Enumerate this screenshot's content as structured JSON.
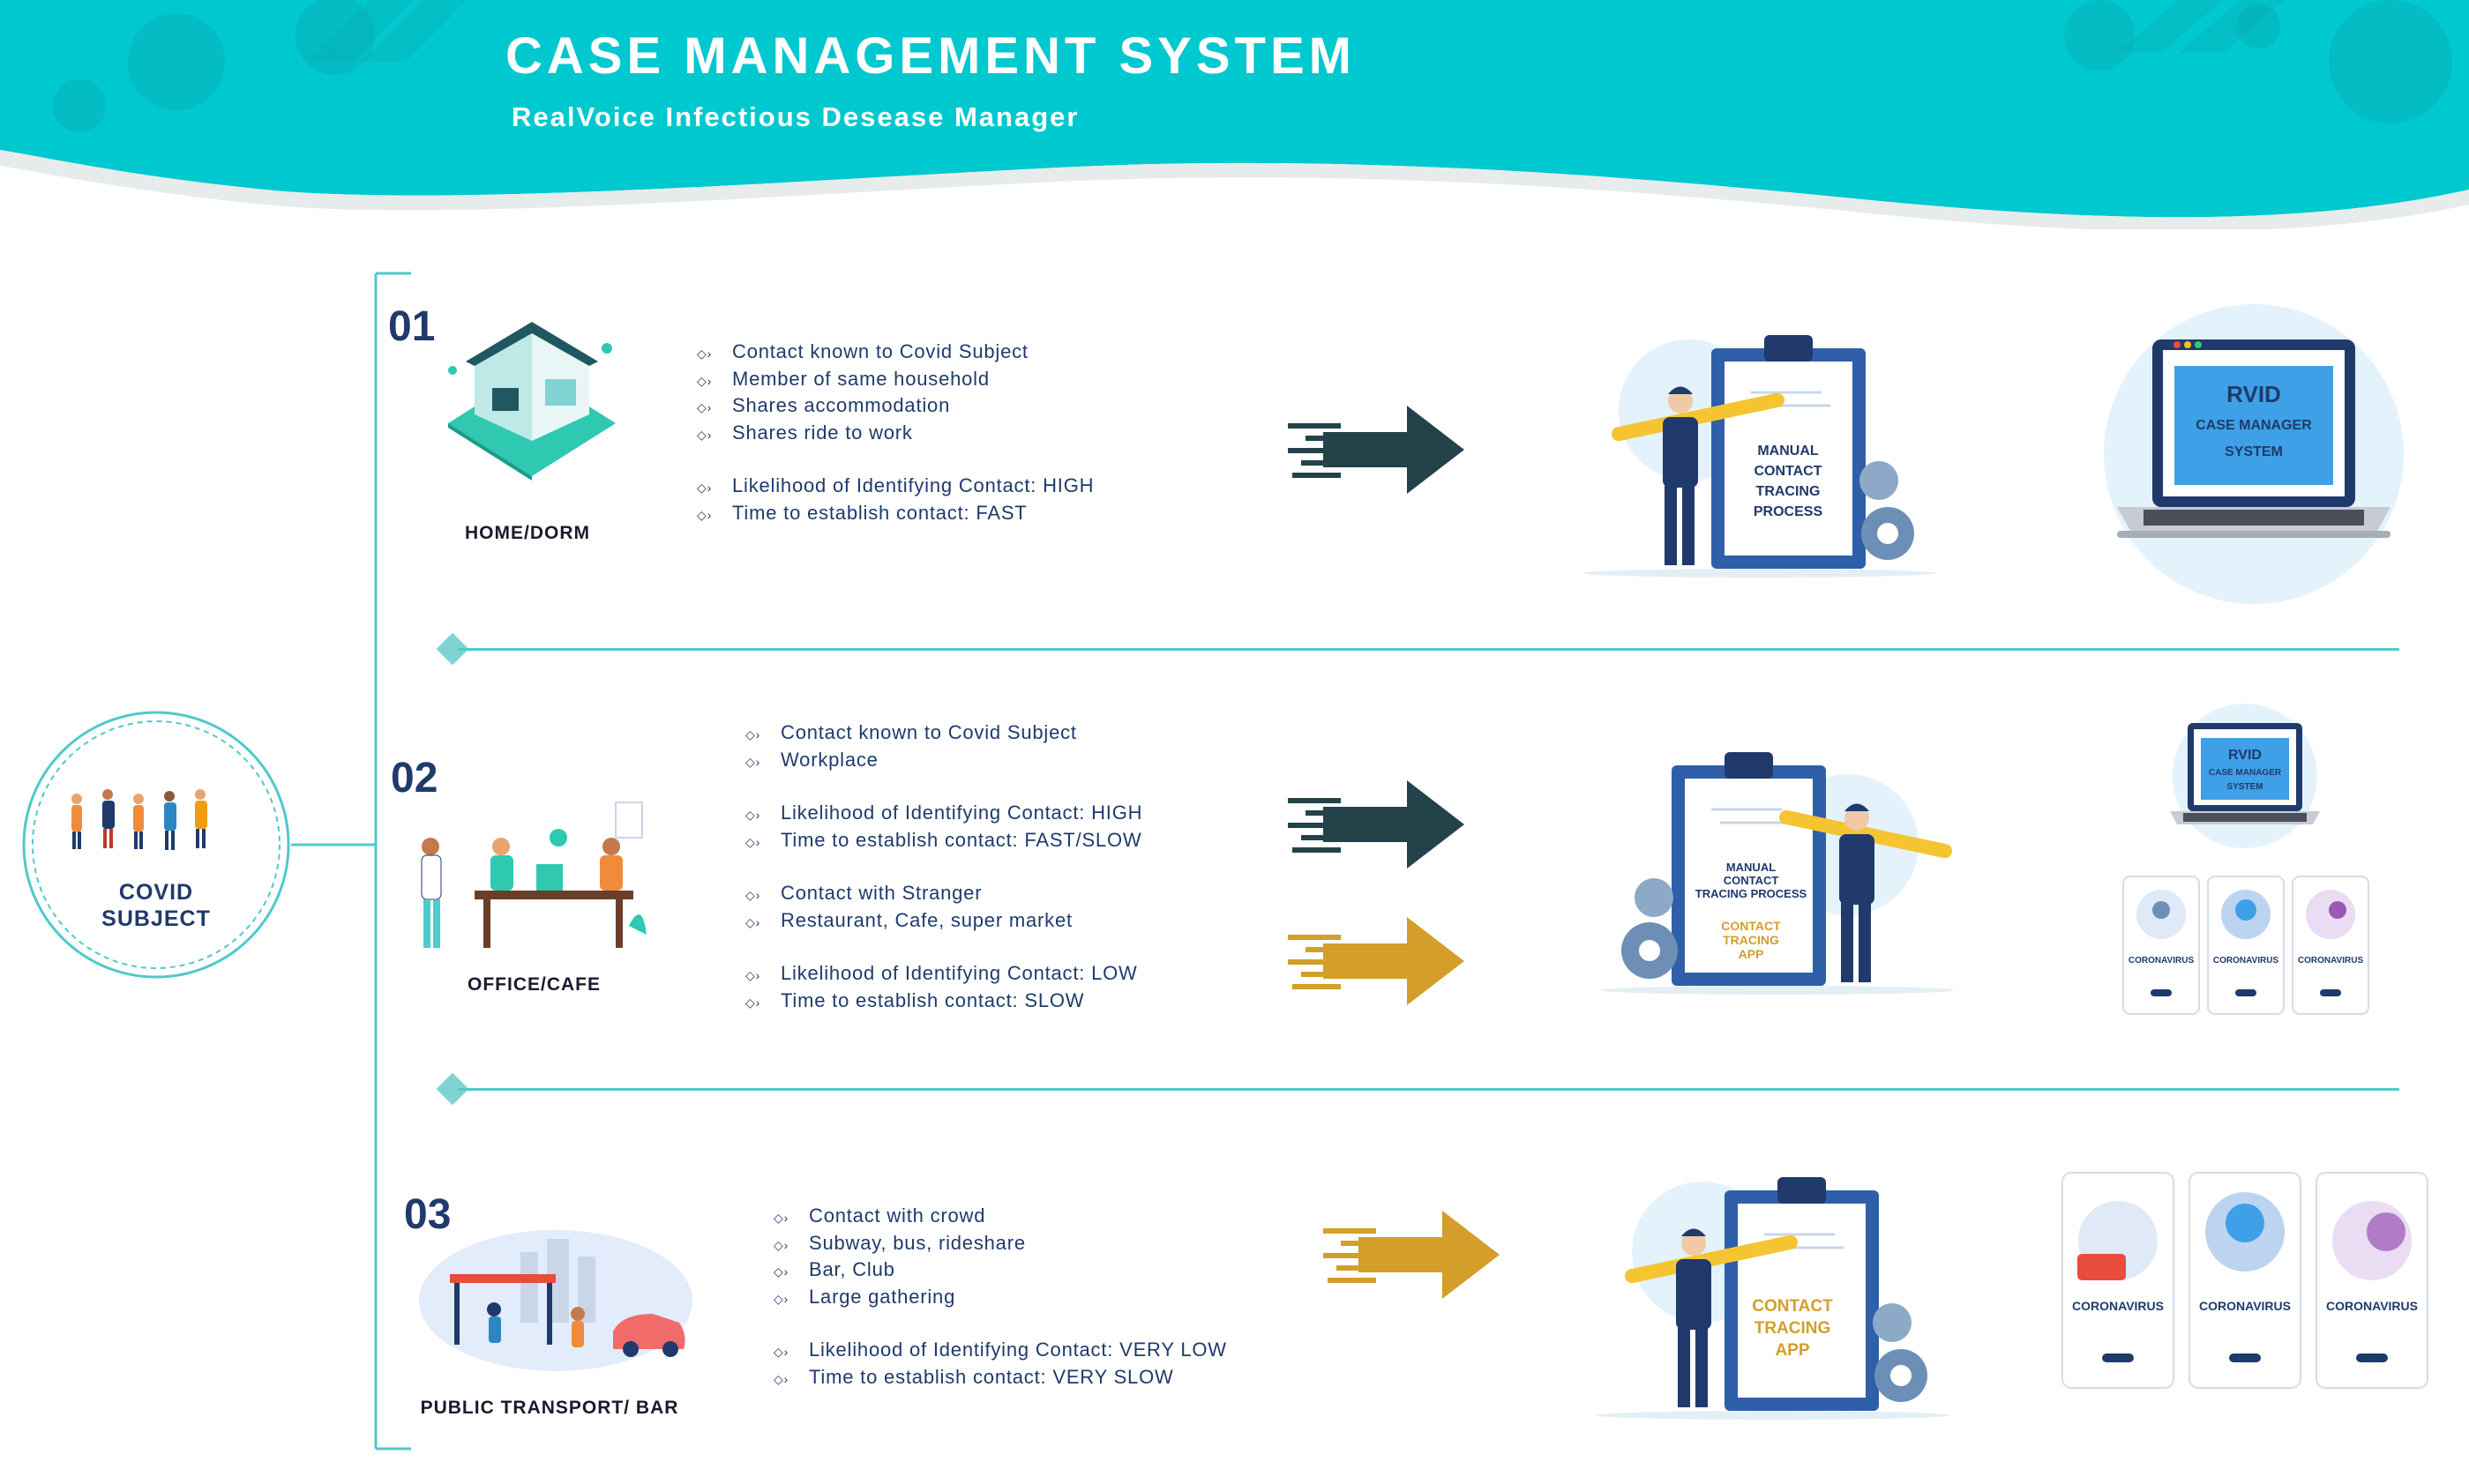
{
  "header": {
    "title": "CASE MANAGEMENT SYSTEM",
    "subtitle": "RealVoice Infectious Desease Manager"
  },
  "subject": {
    "line1": "COVID",
    "line2": "SUBJECT"
  },
  "colors": {
    "teal": "#00c8cf",
    "navy": "#1f3a6b",
    "dark_arrow": "#24424a",
    "gold_arrow": "#d39e2a",
    "divider": "#4fc9c9"
  },
  "sections": [
    {
      "number": "01",
      "caption": "HOME/DORM",
      "bullets": [
        "Contact known to Covid Subject",
        "Member of same household",
        "Shares accommodation",
        "Shares ride to work",
        "Likelihood of Identifying Contact: HIGH",
        "Time to establish contact: FAST"
      ],
      "clipboard_lines": [
        "MANUAL",
        "CONTACT",
        "TRACING",
        "PROCESS"
      ],
      "laptop_lines": [
        "RVID",
        "CASE MANAGER",
        "SYSTEM"
      ]
    },
    {
      "number": "02",
      "caption": "OFFICE/CAFE",
      "bullets": [
        "Contact known to Covid Subject",
        "Workplace",
        "Likelihood of Identifying Contact: HIGH",
        "Time to establish contact: FAST/SLOW",
        "Contact with Stranger",
        "Restaurant, Cafe, super market",
        "Likelihood of Identifying Contact: LOW",
        "Time to establish contact: SLOW"
      ],
      "clipboard_lines": [
        "MANUAL",
        "CONTACT",
        "TRACING PROCESS"
      ],
      "clipboard_app_lines": [
        "CONTACT",
        "TRACING",
        "APP"
      ],
      "laptop_lines": [
        "RVID",
        "CASE MANAGER",
        "SYSTEM"
      ],
      "phone_label": "CORONAVIRUS"
    },
    {
      "number": "03",
      "caption": "PUBLIC TRANSPORT/ BAR",
      "bullets": [
        "Contact with crowd",
        "Subway, bus, rideshare",
        "Bar, Club",
        "Large gathering",
        "Likelihood of Identifying Contact: VERY LOW",
        "Time to establish contact: VERY SLOW"
      ],
      "clipboard_app_lines": [
        "CONTACT",
        "TRACING",
        "APP"
      ],
      "phone_label": "CORONAVIRUS"
    }
  ]
}
